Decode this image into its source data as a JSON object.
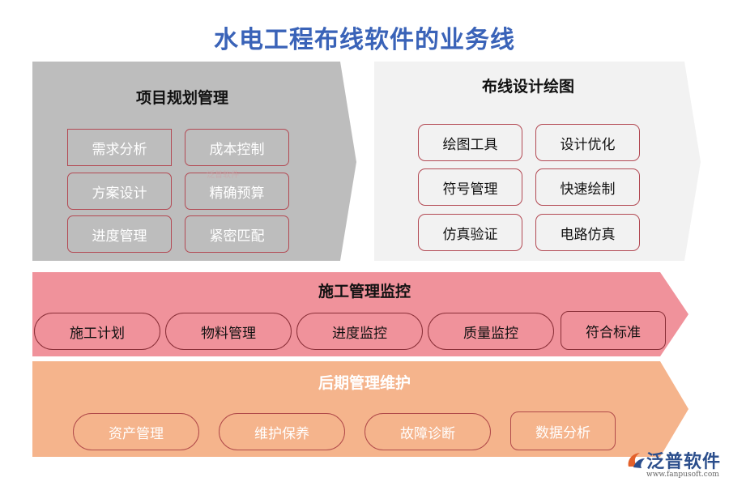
{
  "title": "水电工程布线软件的业务线",
  "panels": {
    "planning": {
      "title": "项目规划管理",
      "items": [
        "需求分析",
        "成本控制",
        "方案设计",
        "精确预算",
        "进度管理",
        "紧密匹配"
      ]
    },
    "drawing": {
      "title": "布线设计绘图",
      "items": [
        "绘图工具",
        "设计优化",
        "符号管理",
        "快速绘制",
        "仿真验证",
        "电路仿真"
      ]
    },
    "construction": {
      "title": "施工管理监控",
      "items": [
        "施工计划",
        "物料管理",
        "进度监控",
        "质量监控",
        "符合标准"
      ]
    },
    "maintenance": {
      "title": "后期管理维护",
      "items": [
        "资产管理",
        "维护保养",
        "故障诊断",
        "数据分析"
      ]
    }
  },
  "logo": {
    "name": "泛普软件",
    "url": "www.fanpusoft.com"
  },
  "colors": {
    "title": "#3a63b8",
    "planning_bg": "#bdbdbd",
    "drawing_bg": "#f2f2f2",
    "construction_bg": "#f0929b",
    "maintenance_bg": "#f5b48c",
    "border": "#b34a54"
  }
}
